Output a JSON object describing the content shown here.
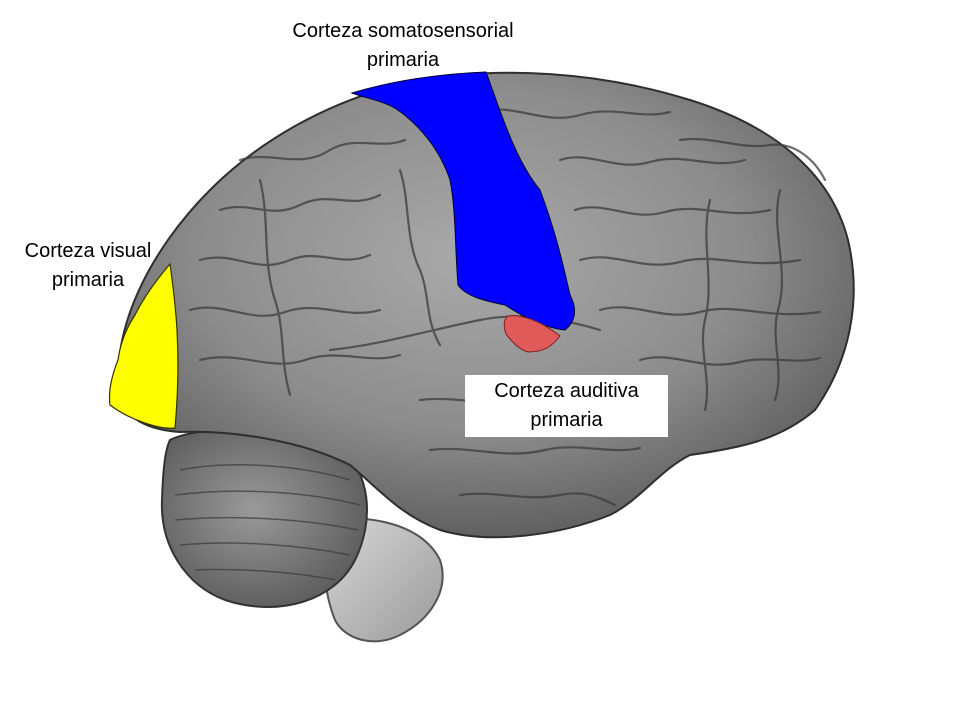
{
  "labels": {
    "somatosensory": {
      "line1": "Corteza somatosensorial",
      "line2": "primaria"
    },
    "visual": {
      "line1": "Corteza visual",
      "line2": "primaria"
    },
    "auditory": {
      "line1": "Corteza auditiva",
      "line2": "primaria"
    }
  },
  "colors": {
    "background": "#ffffff",
    "brain": "#8e8e8e",
    "somatosensory_region": "#0000ff",
    "visual_region": "#ffff00",
    "auditory_region": "#e05a5a"
  }
}
